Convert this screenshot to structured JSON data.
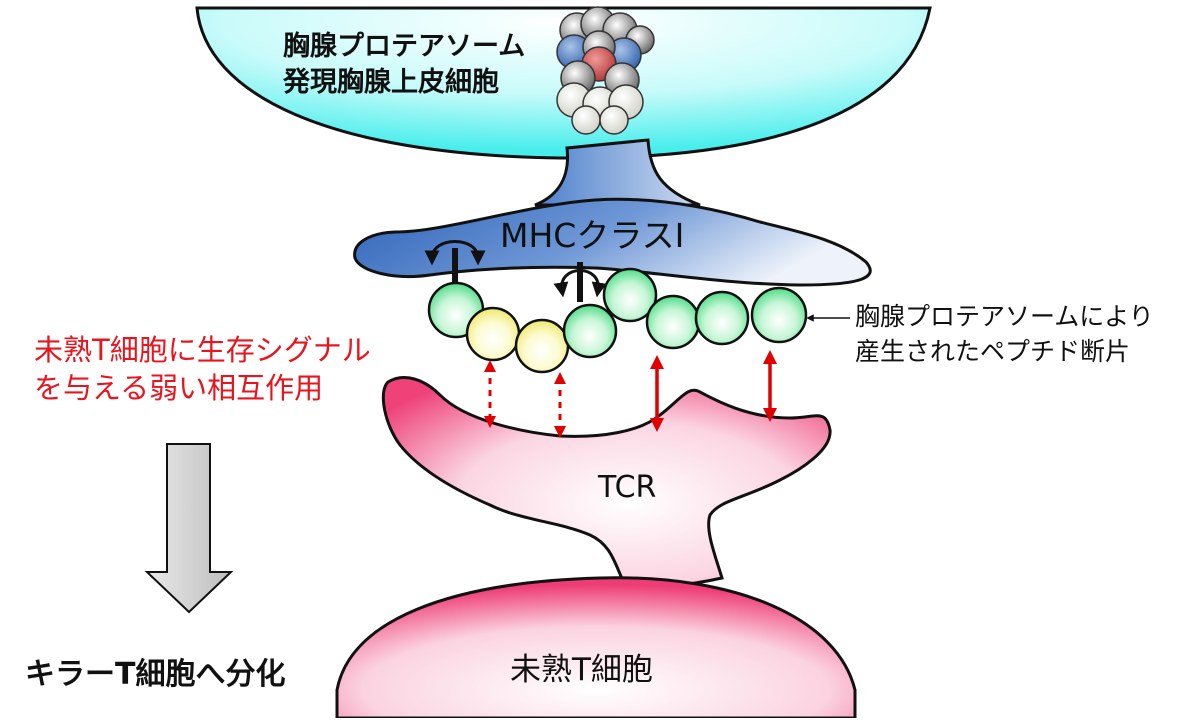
{
  "epithelial_cell": {
    "label_line1": "胸腺プロテアソーム",
    "label_line2": "発現胸腺上皮細胞"
  },
  "mhc": {
    "label": "MHCクラスI"
  },
  "peptide": {
    "label_line1": "胸腺プロテアソームにより",
    "label_line2": "産生されたペプチド断片",
    "beads": [
      {
        "color": "green"
      },
      {
        "color": "yellow"
      },
      {
        "color": "yellow"
      },
      {
        "color": "green"
      },
      {
        "color": "green"
      },
      {
        "color": "green"
      },
      {
        "color": "green"
      },
      {
        "color": "green"
      }
    ]
  },
  "interaction": {
    "label_line1": "未熟T細胞に生存シグナル",
    "label_line2": "を与える弱い相互作用"
  },
  "tcr": {
    "label": "TCR"
  },
  "t_cell": {
    "label": "未熟T細胞"
  },
  "outcome": {
    "label": "キラーT細胞へ分化"
  },
  "colors": {
    "red_text": "#e8141e",
    "arrow_red": "#e00000",
    "mhc_blue": "#3a6fbd",
    "cyan_cell": "#5ff2f0",
    "tcr_pink": "#f0447a",
    "bead_green": "#6fe59a",
    "bead_yellow": "#f6f08a"
  }
}
